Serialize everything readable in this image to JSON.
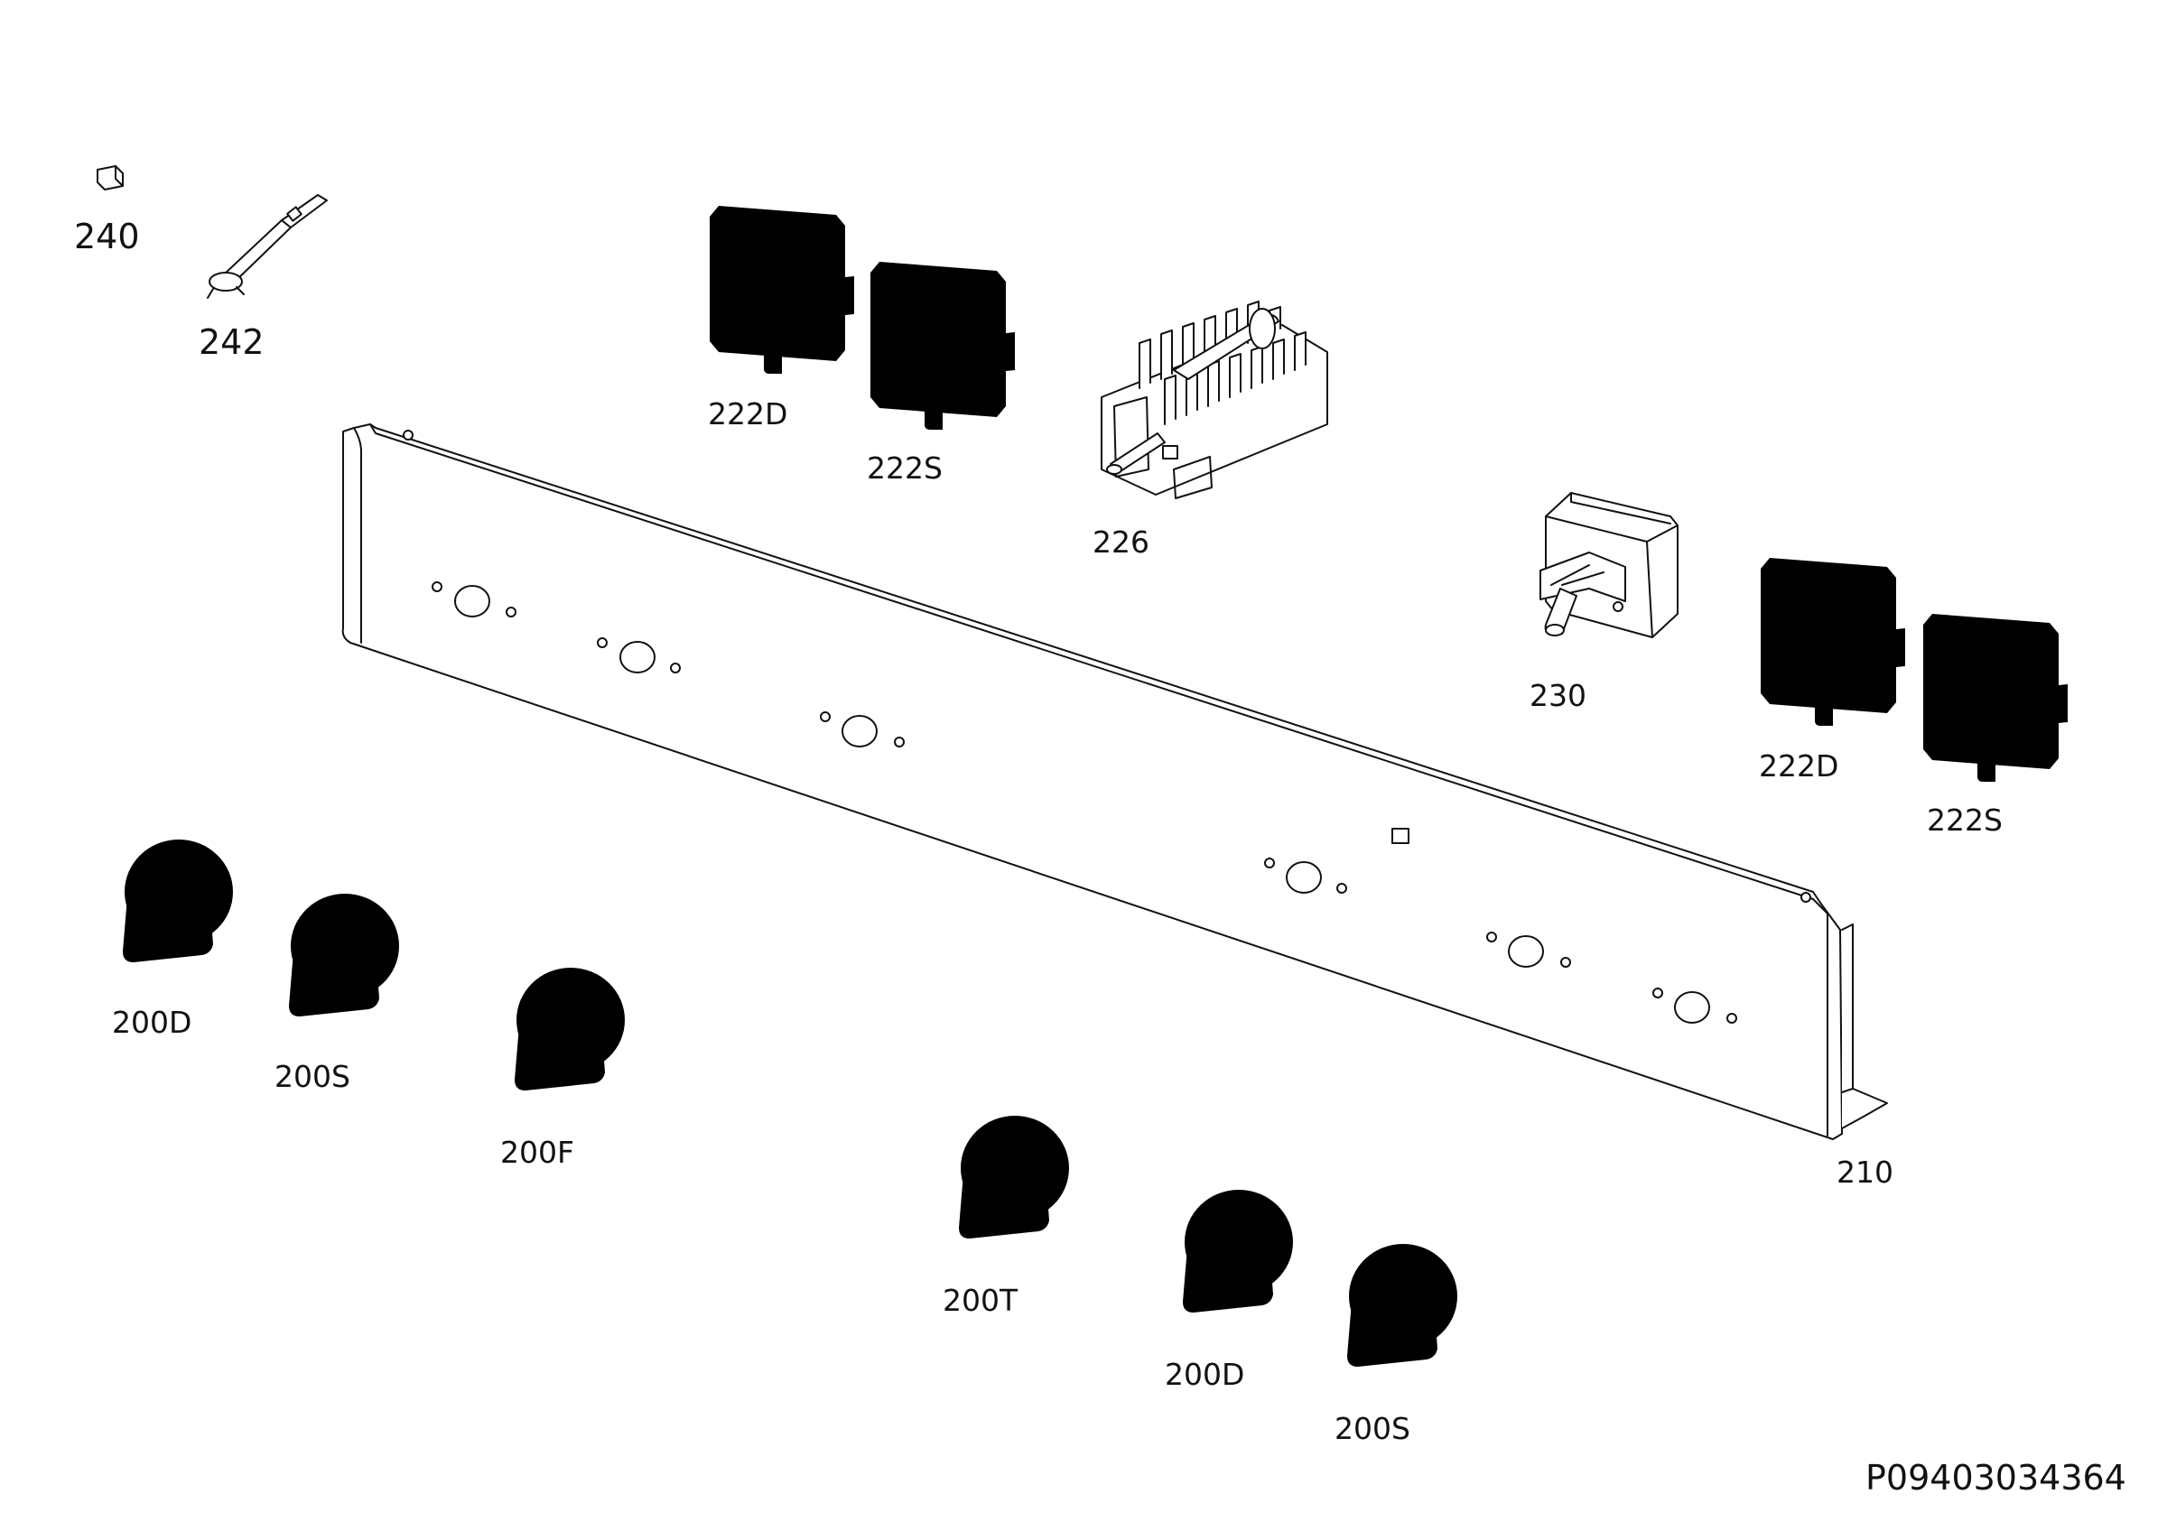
{
  "labels": {
    "part_240": "240",
    "part_242": "242",
    "part_222D_top": "222D",
    "part_222S_top": "222S",
    "part_226": "226",
    "part_230": "230",
    "part_222D_right": "222D",
    "part_222S_right": "222S",
    "part_210": "210",
    "knob_200D_a": "200D",
    "knob_200S_a": "200S",
    "knob_200F": "200F",
    "knob_200T": "200T",
    "knob_200D_b": "200D",
    "knob_200S_b": "200S",
    "drawing_number": "P09403034364"
  },
  "colors": {
    "line": "#111111",
    "background": "#ffffff"
  }
}
